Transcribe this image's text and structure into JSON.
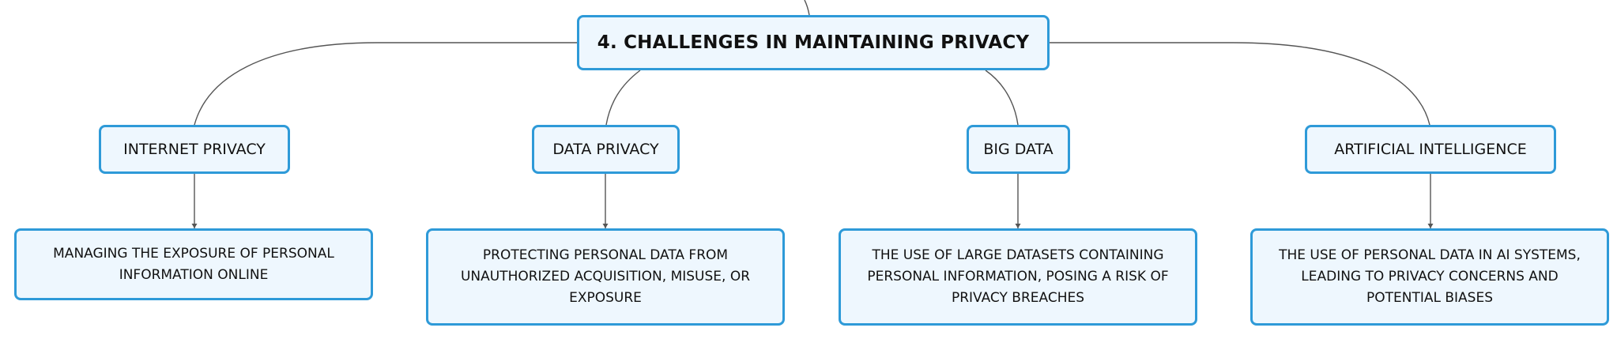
{
  "root": {
    "label": "4. CHALLENGES IN MAINTAINING PRIVACY"
  },
  "categories": [
    {
      "label": "INTERNET PRIVACY",
      "description": "MANAGING THE EXPOSURE OF PERSONAL INFORMATION ONLINE"
    },
    {
      "label": "DATA PRIVACY",
      "description": "PROTECTING PERSONAL DATA FROM UNAUTHORIZED ACQUISITION, MISUSE, OR EXPOSURE"
    },
    {
      "label": "BIG DATA",
      "description": "THE USE OF LARGE DATASETS CONTAINING PERSONAL INFORMATION, POSING A RISK OF PRIVACY BREACHES"
    },
    {
      "label": "ARTIFICIAL INTELLIGENCE",
      "description": "THE USE OF PERSONAL DATA IN AI SYSTEMS, LEADING TO PRIVACY CONCERNS AND POTENTIAL BIASES"
    }
  ],
  "colors": {
    "node_border": "#2e9ad8",
    "node_fill": "#eef7fe",
    "connector": "#555555"
  }
}
